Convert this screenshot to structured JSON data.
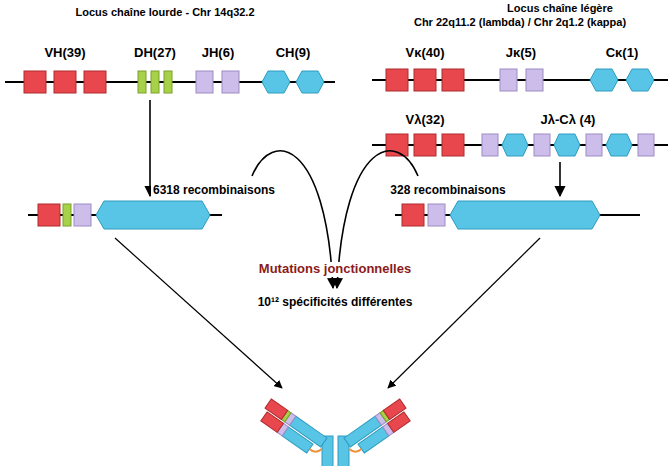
{
  "diagram": {
    "labels": [
      "Locus chaîne lourde - Chr 14q32.2",
      "Locus chaîne légère",
      "Chr 22q11.2 (lambda) / Chr 2q1.2 (kappa)",
      "VH(39)",
      "DH(27)",
      "JH(6)",
      "CH(9)",
      "Vκ(40)",
      "Jκ(5)",
      "Cκ(1)",
      "Vλ(32)",
      "Jλ-Cλ (4)",
      "6318 recombinaisons",
      "328 recombinaisons",
      "Mutations jonctionnelles",
      "10¹² spécificités différentes"
    ]
  }
}
